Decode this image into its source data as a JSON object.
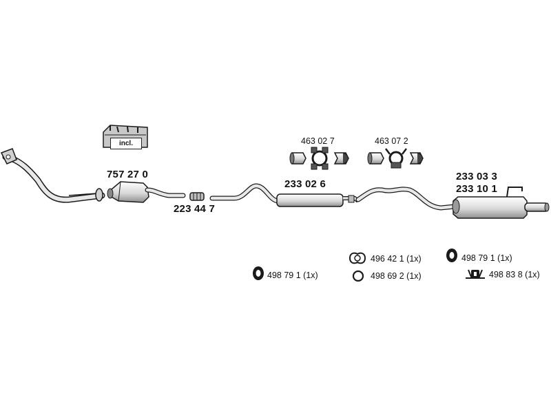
{
  "parts": {
    "front_pipe_label": "757 27 0",
    "clamp_label": "223 44 7",
    "middle_silencer_label": "233 02 6",
    "rear_silencer_label_a": "233 03 3",
    "rear_silencer_label_b": "233 10 1",
    "kit_left_label": "463 02 7",
    "kit_right_label": "463 07 2",
    "incl_label": "incl."
  },
  "accessories": [
    {
      "code": "496 42 1",
      "qty": "(1x)",
      "icon": "flange-gasket-icon"
    },
    {
      "code": "498 69 2",
      "qty": "(1x)",
      "icon": "ring-gasket-icon"
    },
    {
      "code": "498 79 1",
      "qty": "(1x)",
      "icon": "rubber-mount-icon"
    },
    {
      "code": "498 83 8",
      "qty": "(1x)",
      "icon": "hanger-bracket-icon"
    },
    {
      "code": "498 79 1",
      "qty": "(1x)",
      "icon": "rubber-mount-icon"
    }
  ],
  "colors": {
    "outline": "#1a1a1a",
    "fill_light": "#e6e6e6",
    "fill_dark": "#9a9a9a"
  }
}
